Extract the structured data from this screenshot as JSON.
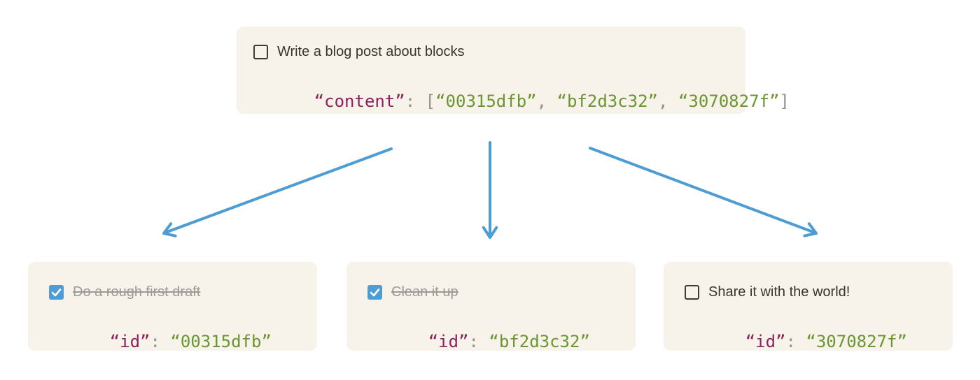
{
  "colors": {
    "page_bg": "#ffffff",
    "card_bg": "#f7f2ea",
    "title_text": "#37352f",
    "done_text": "#9b9a97",
    "code_key": "#8e215d",
    "code_value": "#69962f",
    "code_punct": "#92918b",
    "checkbox_border": "#3d3b35",
    "accent_blue": "#4d9dd4"
  },
  "parent_card": {
    "todo_label": "Write a blog post about blocks",
    "checkbox_state": "unchecked",
    "code": {
      "key": "“content”",
      "colon": ": ",
      "bracket_open": "[",
      "value_1": "“00315dfb”",
      "comma_1": ", ",
      "value_2": "“bf2d3c32”",
      "comma_2": ", ",
      "value_3": "“3070827f”",
      "bracket_close": "]"
    }
  },
  "child_cards": [
    {
      "todo_label": "Do a rough first draft",
      "checkbox_state": "checked",
      "code": {
        "key": "“id”",
        "colon": ": ",
        "value": "“00315dfb”"
      }
    },
    {
      "todo_label": "Clean it up",
      "checkbox_state": "checked",
      "code": {
        "key": "“id”",
        "colon": ": ",
        "value": "“bf2d3c32”"
      }
    },
    {
      "todo_label": "Share it with the world!",
      "checkbox_state": "unchecked",
      "code": {
        "key": "“id”",
        "colon": ": ",
        "value": "“3070827f”"
      }
    }
  ]
}
